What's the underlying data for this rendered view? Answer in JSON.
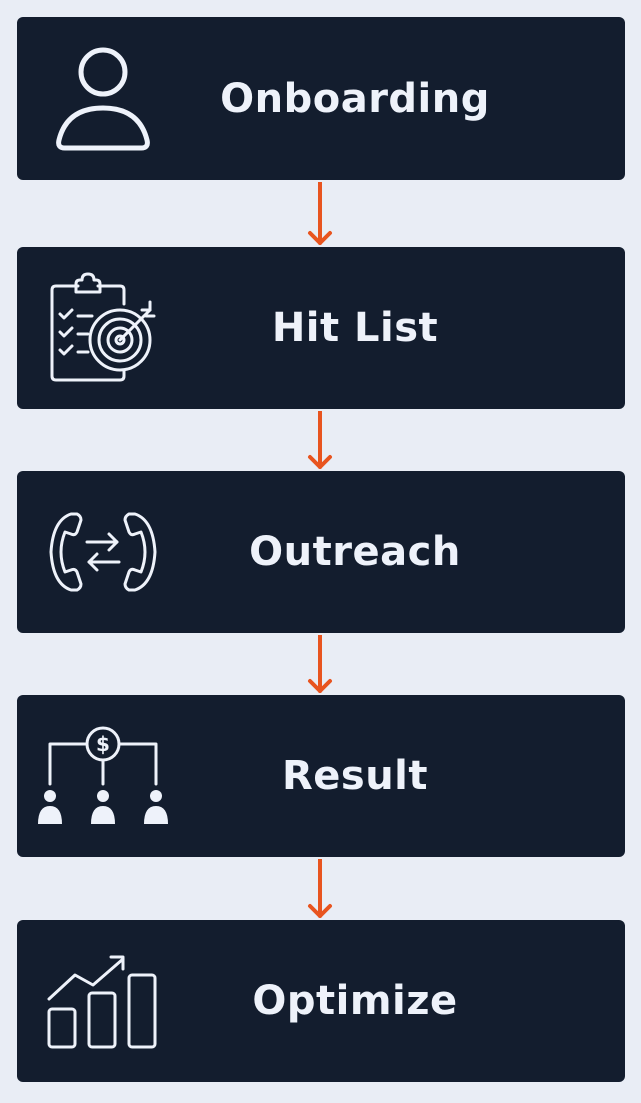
{
  "colors": {
    "background": "#e9edf5",
    "box": "#131d2e",
    "text": "#eef2fa",
    "arrow": "#e8541f"
  },
  "steps": [
    {
      "label": "Onboarding",
      "icon": "user-icon"
    },
    {
      "label": "Hit List",
      "icon": "clipboard-target-icon"
    },
    {
      "label": "Outreach",
      "icon": "phone-exchange-icon"
    },
    {
      "label": "Result",
      "icon": "money-network-icon"
    },
    {
      "label": "Optimize",
      "icon": "growth-chart-icon"
    }
  ]
}
